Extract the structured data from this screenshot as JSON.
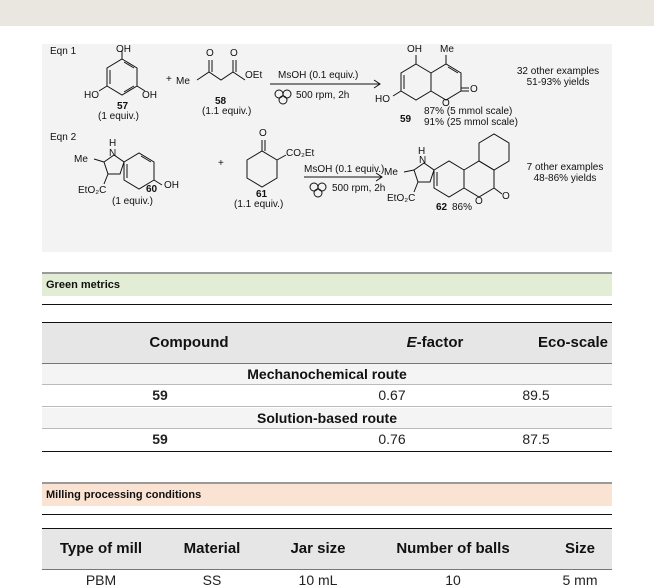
{
  "scheme": {
    "eqn1": {
      "label": "Eqn 1",
      "reactant1": {
        "number": "57",
        "equiv": "(1 equiv.)",
        "oh_top": "OH",
        "oh_left": "HO",
        "oh_right": "OH"
      },
      "reactant2": {
        "number": "58",
        "equiv": "(1.1 equiv.)",
        "me": "Me",
        "oet": "OEt",
        "o1": "O",
        "o2": "O"
      },
      "conditions_top": "MsOH (0.1 equiv.)",
      "conditions_bottom": "500 rpm, 2h",
      "product": {
        "number": "59",
        "yield1": "87% (5 mmol scale)",
        "yield2": "91% (25 mmol scale)",
        "oh": "OH",
        "me": "Me",
        "ho": "HO",
        "o_ring": "O",
        "o_carbonyl": "O"
      },
      "other_examples": "32 other examples",
      "yields": "51-93% yields"
    },
    "eqn2": {
      "label": "Eqn 2",
      "reactant1": {
        "number": "60",
        "equiv": "(1 equiv.)",
        "nh": "H",
        "n": "N",
        "me": "Me",
        "ester": "EtO₂C",
        "oh": "OH"
      },
      "reactant2": {
        "number": "61",
        "equiv": "(1.1 equiv.)",
        "o": "O",
        "ester": "CO₂Et"
      },
      "conditions_top": "MsOH (0.1 equiv.)",
      "conditions_bottom": "500 rpm, 2h",
      "product": {
        "number": "62",
        "yield": "86%",
        "h": "H",
        "n": "N",
        "me": "Me",
        "ester": "EtO₂C",
        "o_ring": "O",
        "o_carbonyl": "O"
      },
      "other_examples": "7 other examples",
      "yields": "48-86% yields"
    },
    "plus": "+"
  },
  "green_metrics": {
    "title": "Green metrics",
    "headers": {
      "compound": "Compound",
      "efactor_italic": "E",
      "efactor_rest": "-factor",
      "ecoscale": "Eco-scale"
    },
    "groups": [
      {
        "name": "Mechanochemical route",
        "row": {
          "compound": "59",
          "efactor": "0.67",
          "ecoscale": "89.5"
        }
      },
      {
        "name": "Solution-based route",
        "row": {
          "compound": "59",
          "efactor": "0.76",
          "ecoscale": "87.5"
        }
      }
    ]
  },
  "milling": {
    "title": "Milling processing conditions",
    "headers": [
      "Type of mill",
      "Material",
      "Jar size",
      "Number of balls",
      "Size"
    ],
    "row": [
      "PBM",
      "SS",
      "10 mL",
      "10",
      "5 mm"
    ]
  }
}
